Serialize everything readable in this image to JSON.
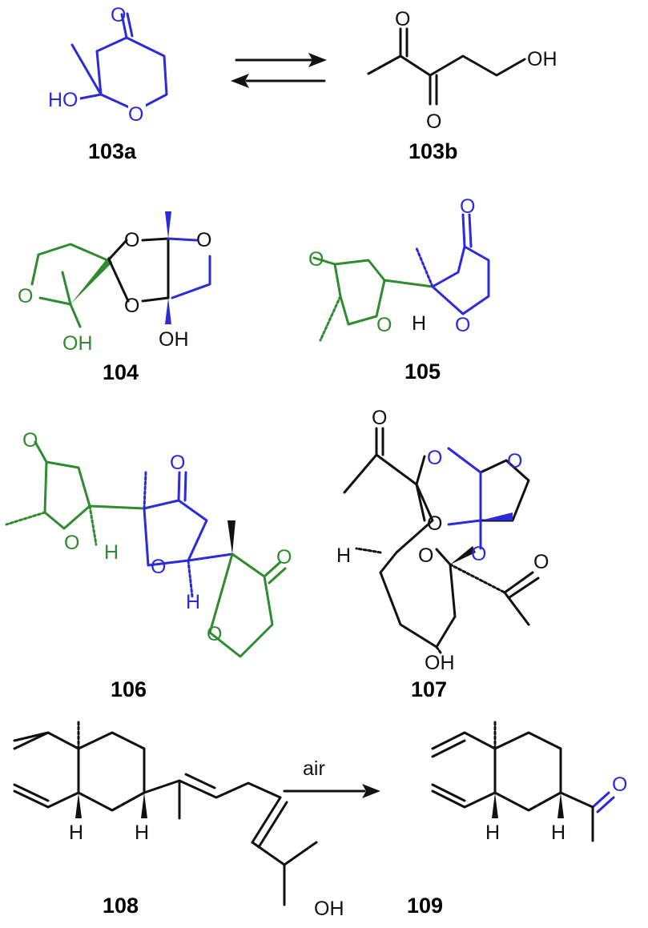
{
  "colors": {
    "black": "#111111",
    "blue": "#2b2bdc",
    "green": "#2e8b2e"
  },
  "compounds": {
    "c103a": {
      "label": "103a",
      "atoms": {
        "O_ketone": "O",
        "HO": "HO",
        "O_ring": "O"
      }
    },
    "c103b": {
      "label": "103b",
      "atoms": {
        "O1": "O",
        "O2": "O",
        "OH": "OH"
      }
    },
    "c104": {
      "label": "104",
      "atoms": {
        "O_a": "O",
        "O_b": "O",
        "O_c": "O",
        "O_d": "O",
        "OH_left": "OH",
        "OH_right": "OH"
      }
    },
    "c105": {
      "label": "105",
      "atoms": {
        "O_ketone_green": "O",
        "O_ring_green": "O",
        "H": "H",
        "O_ketone_blue": "O",
        "O_ring_blue": "O"
      }
    },
    "c106": {
      "label": "106",
      "atoms": {
        "O_ketone_green": "O",
        "O_ring_green": "O",
        "H_green": "H",
        "O_ketone_blue": "O",
        "O_ring_blue": "O",
        "H_blue": "H",
        "O_ketone_furanone": "O",
        "O_ring_furanone": "O"
      }
    },
    "c107": {
      "label": "107",
      "atoms": {
        "O_acetyl_left": "O",
        "O_a": "O",
        "O_b": "O",
        "O_c": "O",
        "O_d": "O",
        "O_pyran": "O",
        "H": "H",
        "O_acetyl_right": "O",
        "OH": "OH"
      }
    },
    "c108": {
      "label": "108",
      "atoms": {
        "H1": "H",
        "H2": "H",
        "OH": "OH"
      }
    },
    "c109": {
      "label": "109",
      "atoms": {
        "H1": "H",
        "H2": "H",
        "O": "O"
      }
    }
  },
  "reactions": {
    "arrow_reagent": "air"
  }
}
